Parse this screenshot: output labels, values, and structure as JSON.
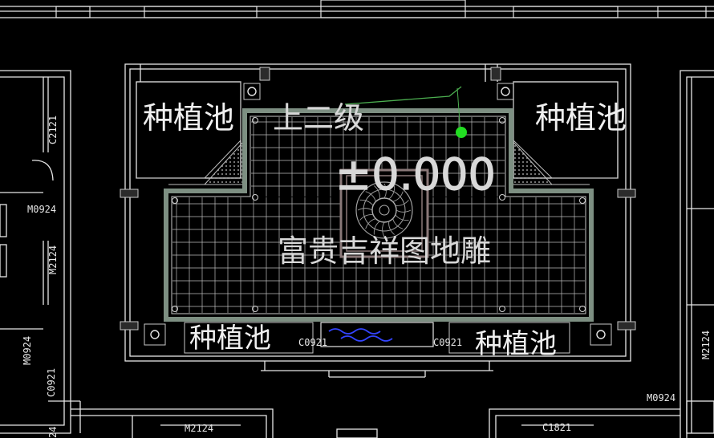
{
  "drawing": {
    "title_level": "上二级",
    "elevation": "±0.000",
    "center_feature": "富贵吉祥图地雕",
    "planters": [
      "种植池",
      "种植池",
      "种植池",
      "种植池"
    ],
    "doors_left": [
      "C2121",
      "M0924",
      "M2124",
      "M0924",
      "C0921"
    ],
    "doors_bottom": [
      "C0921",
      "C0921",
      "M2124",
      "C1821"
    ],
    "doors_right": [
      "M2124",
      "M0924"
    ],
    "bottom_left_partial": "24"
  },
  "colors": {
    "background": "#000000",
    "wall": "#e6e6e6",
    "grid": "#bdbdbd",
    "hatch": "#9a9a9a",
    "wood": "#8a7878",
    "green_marker": "#22dd22",
    "green_line": "#4caf50",
    "water": "#3344ff",
    "border_band": "#7d8f82"
  }
}
